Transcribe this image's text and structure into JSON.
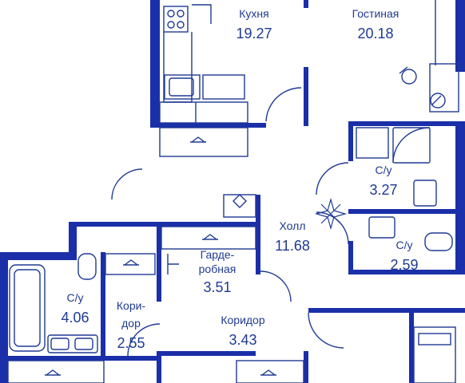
{
  "plan": {
    "colors": {
      "wall": "#1a2fa8",
      "line": "#1f3a93",
      "bg": "#ffffff"
    },
    "rooms": [
      {
        "id": "kitchen",
        "label": "Кухня",
        "area": "19.27"
      },
      {
        "id": "living",
        "label": "Гостиная",
        "area": "20.18"
      },
      {
        "id": "bath1",
        "label": "С/у",
        "area": "3.27"
      },
      {
        "id": "hall",
        "label": "Холл",
        "area": "11.68"
      },
      {
        "id": "bath2",
        "label": "С/у",
        "area": "2.59"
      },
      {
        "id": "wardrobe",
        "label_line1": "Гарде-",
        "label_line2": "робная",
        "area": "3.51"
      },
      {
        "id": "bath3",
        "label": "С/у",
        "area": "4.06"
      },
      {
        "id": "corridor1",
        "label_line1": "Кори-",
        "label_line2": "дор",
        "area": "2.55"
      },
      {
        "id": "corridor2",
        "label": "Коридор",
        "area": "3.43"
      }
    ]
  }
}
